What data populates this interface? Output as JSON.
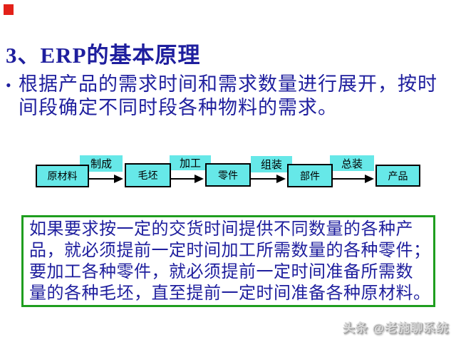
{
  "slide": {
    "title": "3、ERP的基本原理",
    "bullet_char": "•",
    "intro_lines": [
      "根据产品的需求时间和需求数量进行展开，按时",
      "间段确定不同时段各种物料的需求。"
    ],
    "colors": {
      "text_navy": "#1f1f9e",
      "accent_square_red": "#e32119",
      "node_fill_cyan": "#66e8e8",
      "note_border_green": "#1f9e1f"
    }
  },
  "diagram": {
    "nodes": [
      "原材料",
      "毛坯",
      "零件",
      "部件",
      "产品"
    ],
    "edge_labels": [
      "制成",
      "加工",
      "组装",
      "总装"
    ]
  },
  "note_box": {
    "lines": [
      "如果要求按一定的交货时间提供不同数量的各种产",
      "品，就必须提前一定时间加工所需数量的各种零件；",
      "要加工各种零件，就必须提前一定时间准备所需数",
      "量的各种毛坯，直至提前一定时间准备各种原材料。"
    ]
  },
  "watermark": {
    "text": "头条 @老施聊系统"
  }
}
